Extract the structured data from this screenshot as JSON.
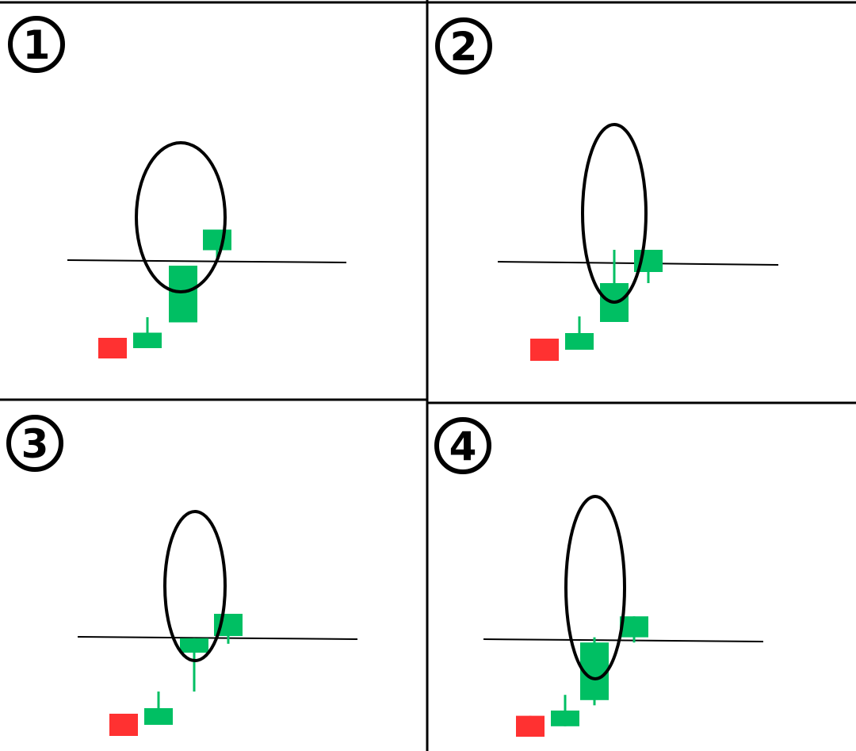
{
  "colors": {
    "bull": "#00bf63",
    "bear": "#ff3131",
    "line": "#000000",
    "background": "#ffffff"
  },
  "panels": [
    {
      "number": "1",
      "candles": [
        {
          "color": "bear",
          "open": 2,
          "close": 0
        },
        {
          "color": "bull",
          "open": 1,
          "close": 2.5,
          "high": 4
        },
        {
          "color": "bull",
          "open": 3.5,
          "close": 9,
          "high": 9,
          "low": 3.5,
          "highlight": true
        },
        {
          "color": "bull",
          "open": 10.5,
          "close": 12.5,
          "low": 9.5
        }
      ]
    },
    {
      "number": "2",
      "candles": [
        {
          "color": "bear",
          "open": 2,
          "close": 0
        },
        {
          "color": "bull",
          "open": 1,
          "close": 2.5,
          "high": 4
        },
        {
          "color": "bull",
          "open": 3.5,
          "close": 7,
          "high": 10,
          "low": 3.5,
          "highlight": true
        },
        {
          "color": "bull",
          "open": 8,
          "close": 10,
          "low": 7
        }
      ]
    },
    {
      "number": "3",
      "candles": [
        {
          "color": "bear",
          "open": 2,
          "close": 0
        },
        {
          "color": "bull",
          "open": 1,
          "close": 2.5,
          "high": 4
        },
        {
          "color": "bull",
          "open": 7.5,
          "close": 8.8,
          "low": 4,
          "highlight": true
        },
        {
          "color": "bull",
          "open": 9,
          "close": 11,
          "low": 8.3
        }
      ]
    },
    {
      "number": "4",
      "candles": [
        {
          "color": "bear",
          "open": 2,
          "close": 0
        },
        {
          "color": "bull",
          "open": 1,
          "close": 2.5,
          "high": 4
        },
        {
          "color": "bull",
          "open": 3.5,
          "close": 9,
          "high": 9.5,
          "low": 3,
          "highlight": true
        },
        {
          "color": "bull",
          "open": 9.5,
          "close": 11.5,
          "low": 9
        }
      ]
    }
  ]
}
